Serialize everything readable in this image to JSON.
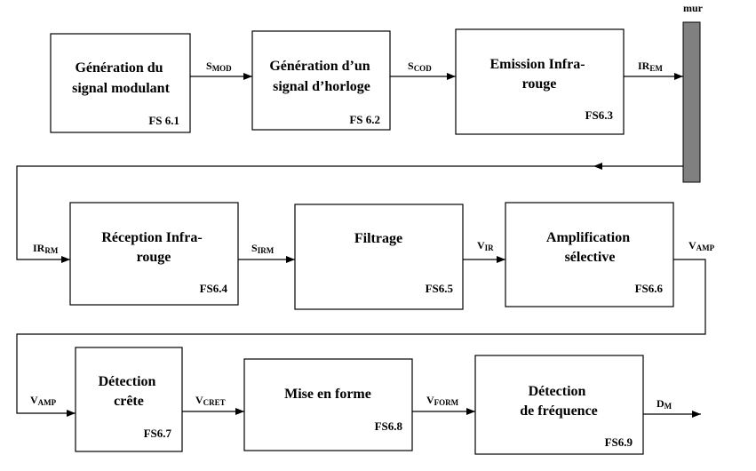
{
  "wall": {
    "label": "mur",
    "color": "#808080"
  },
  "blocks": [
    {
      "id": "fs61",
      "title": [
        "Génération du",
        "signal modulant"
      ],
      "code": "FS 6.1"
    },
    {
      "id": "fs62",
      "title": [
        "Génération d’un",
        "signal d’horloge"
      ],
      "code": "FS 6.2"
    },
    {
      "id": "fs63",
      "title": [
        "Emission Infra-",
        "rouge"
      ],
      "code": "FS6.3"
    },
    {
      "id": "fs64",
      "title": [
        "Réception Infra-",
        "rouge"
      ],
      "code": "FS6.4"
    },
    {
      "id": "fs65",
      "title": [
        "Filtrage"
      ],
      "code": "FS6.5"
    },
    {
      "id": "fs66",
      "title": [
        "Amplification",
        "sélective"
      ],
      "code": "FS6.6"
    },
    {
      "id": "fs67",
      "title": [
        "Détection",
        "crête"
      ],
      "code": "FS6.7"
    },
    {
      "id": "fs68",
      "title": [
        "Mise en forme"
      ],
      "code": "FS6.8"
    },
    {
      "id": "fs69",
      "title": [
        "Détection",
        "de fréquence"
      ],
      "code": "FS6.9"
    }
  ],
  "signals": [
    {
      "id": "smod",
      "main": "S",
      "sub": "MOD"
    },
    {
      "id": "scod",
      "main": "S",
      "sub": "COD"
    },
    {
      "id": "irem",
      "main": "IR",
      "sub": "EM"
    },
    {
      "id": "irrm",
      "main": "IR",
      "sub": "RM"
    },
    {
      "id": "sirm",
      "main": "S",
      "sub": "IRM"
    },
    {
      "id": "vir",
      "main": "V",
      "sub": "IR"
    },
    {
      "id": "vamp1",
      "main": "V",
      "sub": "AMP"
    },
    {
      "id": "vamp2",
      "main": "V",
      "sub": "AMP"
    },
    {
      "id": "vcret",
      "main": "V",
      "sub": "CRET"
    },
    {
      "id": "vform",
      "main": "V",
      "sub": "FORM"
    },
    {
      "id": "dm",
      "main": "D",
      "sub": "M"
    }
  ]
}
